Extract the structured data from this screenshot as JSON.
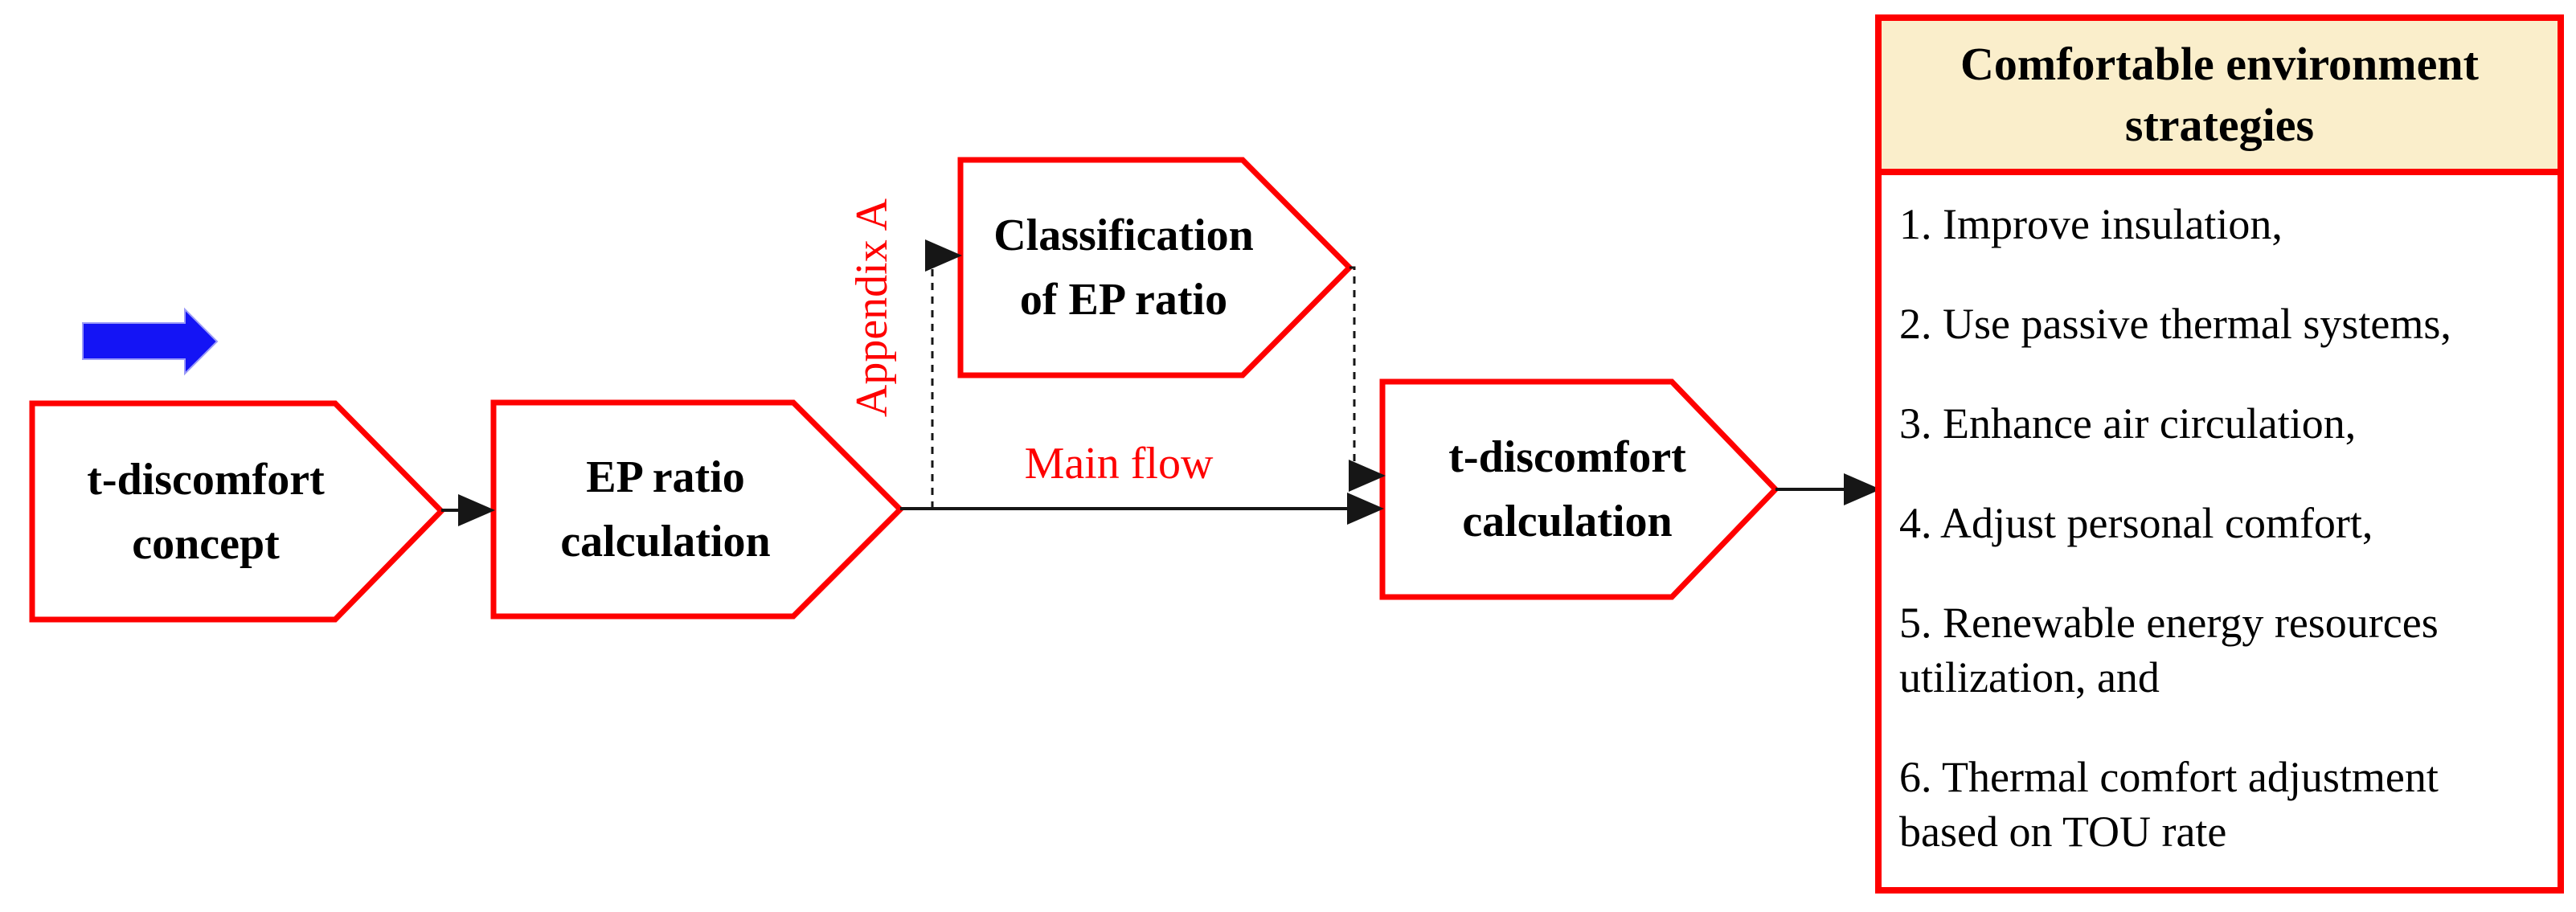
{
  "colors": {
    "red": "#fe0000",
    "black": "#161616",
    "blue": "#1414f5",
    "header-bg": "#faeecb",
    "node-fill": "#ffffff"
  },
  "nodes": {
    "concept": {
      "label": "t-discomfort\nconcept"
    },
    "ep_ratio": {
      "label": "EP ratio\ncalculation"
    },
    "classification": {
      "label": "Classification\nof EP ratio"
    },
    "t_calc": {
      "label": "t-discomfort\ncalculation"
    }
  },
  "annotations": {
    "appendix": "Appendix A",
    "main_flow": "Main flow"
  },
  "strategies": {
    "title": "Comfortable environment\nstrategies",
    "items": [
      "1. Improve insulation,",
      "2. Use passive thermal systems,",
      "3. Enhance air circulation,",
      "4. Adjust personal comfort,",
      "5. Renewable energy resources\nutilization, and",
      "6. Thermal comfort adjustment\nbased on TOU rate"
    ]
  },
  "icons": {
    "blue_arrow": "flow-direction-arrow"
  }
}
